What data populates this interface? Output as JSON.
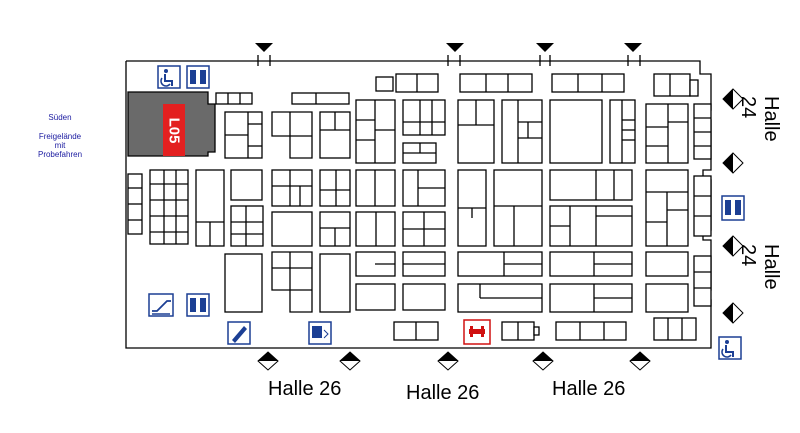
{
  "map": {
    "side_note_1": "Süden",
    "side_note_2": "Freigelände",
    "side_note_3": "mit",
    "side_note_4": "Probefahren",
    "highlight_booth": "L05",
    "hall_bottom_1": "Halle 26",
    "hall_bottom_2": "Halle 26",
    "hall_bottom_3": "Halle 26",
    "hall_right_1": "Halle 24",
    "hall_right_2": "Halle 24"
  },
  "colors": {
    "highlight_fill": "#6a6a6a",
    "booth_tag": "#e32020",
    "icon_blue": "#1c3f94",
    "info_red": "#d01010"
  },
  "icons": [
    "disabled-access-icon",
    "restroom-icon",
    "telephone-icon",
    "information-icon",
    "first-aid-icon",
    "escalator-icon",
    "entrance-arrow-icon"
  ]
}
